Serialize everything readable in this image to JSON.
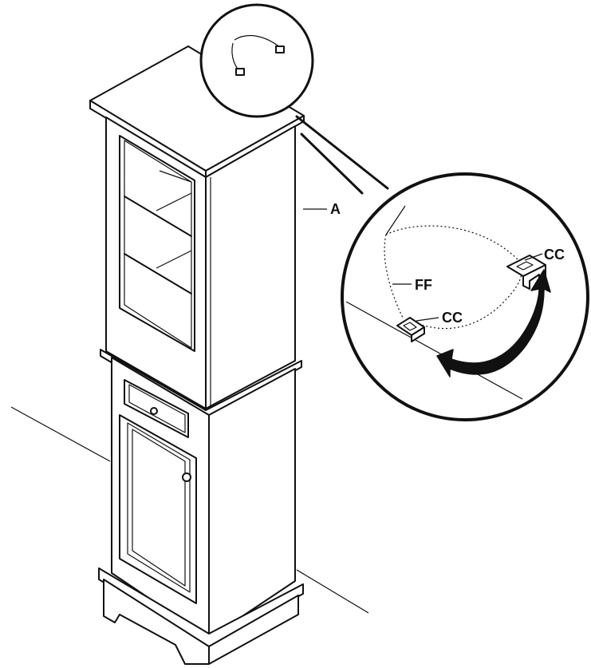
{
  "labels": {
    "cabinet": "A",
    "strap": "FF",
    "bracket_wall": "CC",
    "bracket_cabinet": "CC"
  },
  "colors": {
    "ink": "#111111",
    "paper": "#ffffff"
  }
}
